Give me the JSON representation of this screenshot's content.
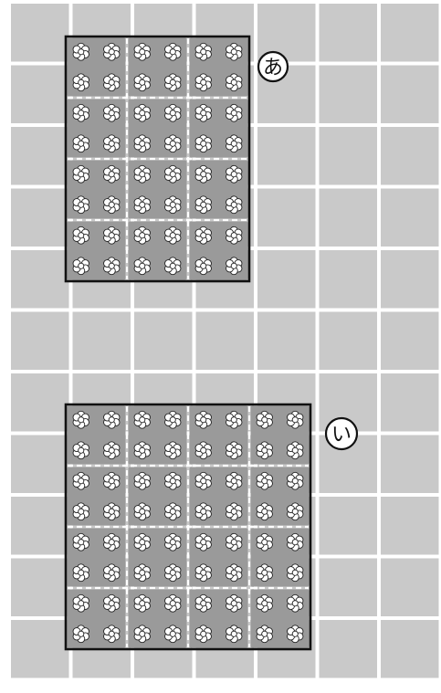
{
  "figures": [
    {
      "id": "a",
      "label": "あ",
      "blocks_columns": 3,
      "blocks_rows": 4,
      "flowers_per_block_side": 2
    },
    {
      "id": "i",
      "label": "い",
      "blocks_columns": 4,
      "blocks_rows": 4,
      "flowers_per_block_side": 2
    }
  ],
  "colors": {
    "background": "#ffffff",
    "grid_cell": "#c9c9c9",
    "block_fill": "#9a9a9a",
    "outline": "#111111",
    "dash": "#ffffff",
    "flower": "#ffffff"
  }
}
